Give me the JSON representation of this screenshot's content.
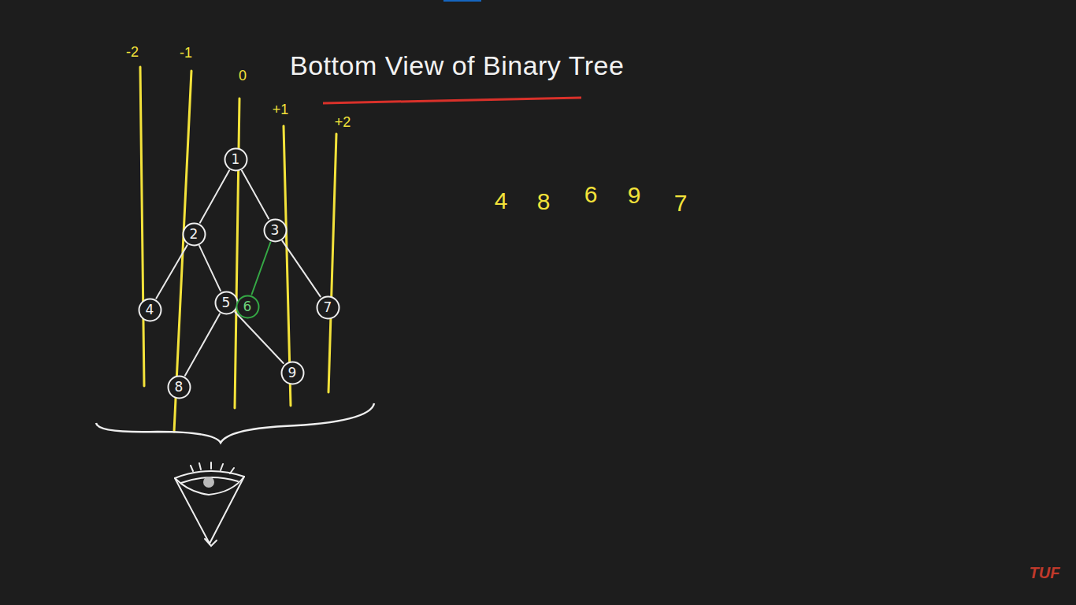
{
  "diagram": {
    "title": "Bottom View of Binary Tree",
    "nodes": [
      {
        "text": [
          "1"
        ]
      },
      {
        "text": [
          "2"
        ]
      },
      {
        "text": [
          "3"
        ]
      },
      {
        "text": [
          "4"
        ]
      },
      {
        "text": [
          "5"
        ]
      },
      {
        "text": [
          "6"
        ]
      },
      {
        "text": [
          "7"
        ]
      },
      {
        "text": [
          "8"
        ]
      },
      {
        "text": [
          "9"
        ]
      }
    ],
    "edges": [
      {
        "from": 0,
        "to": 1,
        "arrow": "none"
      },
      {
        "from": 0,
        "to": 2,
        "arrow": "none"
      },
      {
        "from": 1,
        "to": 3,
        "arrow": "none"
      },
      {
        "from": 1,
        "to": 4,
        "arrow": "none"
      },
      {
        "from": 2,
        "to": 5,
        "arrow": "none"
      },
      {
        "from": 2,
        "to": 6,
        "arrow": "none"
      },
      {
        "from": 4,
        "to": 7,
        "arrow": "none"
      },
      {
        "from": 4,
        "to": 8,
        "arrow": "none"
      }
    ],
    "labels": [
      "-2",
      "-1",
      "0",
      "+1",
      "+2",
      "4",
      "8",
      "6",
      "9",
      "7",
      "TUF"
    ]
  }
}
